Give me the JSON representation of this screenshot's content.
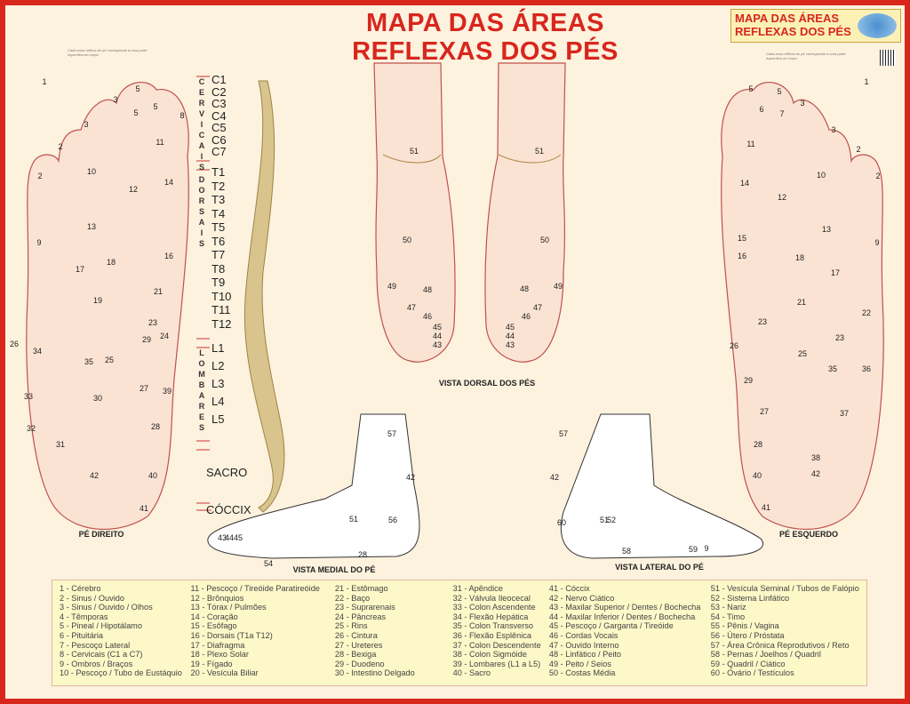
{
  "title": {
    "line1": "MAPA DAS ÁREAS",
    "line2": "REFLEXAS DOS PÉS"
  },
  "brand": {
    "line1": "MAPA DAS ÁREAS",
    "line2": "REFLEXAS DOS PÉS",
    "logo_icon": "publisher-logo"
  },
  "note": "Cada zona reflexa do pé corresponde a uma parte específica do corpo",
  "colors": {
    "border": "#d8261d",
    "background": "#fcf2de",
    "foot": "#fbe3d3",
    "legend_bg": "#fdf8c8"
  },
  "spine": {
    "cervical_word": "CERVICAIS",
    "cervical": [
      "C1",
      "C2",
      "C3",
      "C4",
      "C5",
      "C6",
      "C7"
    ],
    "dorsal_word": "DORSAIS",
    "dorsal": [
      "T1",
      "T2",
      "T3",
      "T4",
      "T5",
      "T6",
      "T7",
      "T8",
      "T9",
      "T10",
      "T11",
      "T12"
    ],
    "lumbar_word": "LOMBARES",
    "lumbar": [
      "L1",
      "L2",
      "L3",
      "L4",
      "L5"
    ],
    "sacro": "SACRO",
    "coccix": "CÓCCIX"
  },
  "captions": {
    "right_foot": "PÉ DIREITO",
    "left_foot": "PÉ ESQUERDO",
    "dorsal": "VISTA DORSAL DOS PÉS",
    "medial": "VISTA MEDIAL DO PÉ",
    "lateral": "VISTA LATERAL DO PÉ"
  },
  "zones": {
    "right_sole": [
      "1",
      "2",
      "2",
      "3",
      "3",
      "5",
      "5",
      "5",
      "8",
      "11",
      "10",
      "12",
      "14",
      "13",
      "9",
      "16",
      "17",
      "18",
      "19",
      "21",
      "23",
      "24",
      "29",
      "25",
      "26",
      "34",
      "35",
      "27",
      "39",
      "33",
      "30",
      "32",
      "31",
      "28",
      "40",
      "42",
      "41"
    ],
    "left_sole": [
      "1",
      "5",
      "5",
      "7",
      "6",
      "3",
      "3",
      "2",
      "2",
      "11",
      "10",
      "12",
      "14",
      "13",
      "9",
      "15",
      "16",
      "18",
      "17",
      "21",
      "22",
      "23",
      "23",
      "26",
      "25",
      "35",
      "36",
      "29",
      "27",
      "37",
      "28",
      "38",
      "42",
      "40",
      "41"
    ],
    "dorsal": [
      "51",
      "51",
      "50",
      "50",
      "49",
      "49",
      "48",
      "48",
      "47",
      "47",
      "46",
      "46",
      "45",
      "44",
      "43",
      "45",
      "44",
      "43"
    ],
    "medial": [
      "57",
      "42",
      "28",
      "54",
      "43",
      "44",
      "45",
      "56",
      "51"
    ],
    "lateral": [
      "57",
      "42",
      "60",
      "51",
      "52",
      "58",
      "59",
      "9"
    ]
  },
  "legend": [
    [
      "1 -  Cérebro",
      "2 -  Sinus / Ouvido",
      "3 -  Sinus / Ouvido / Olhos",
      "4 -  Têmporas",
      "5 -  Pineal / Hipotálamo",
      "6 -  Pituitária",
      "7 -  Pescoço Lateral",
      "8 -  Cervicais (C1 a C7)",
      "9 -  Ombros / Braços",
      "10 -  Pescoço / Tubo de Eustáquio"
    ],
    [
      "11 - Pescoço / Tireóide Paratireóide",
      "12 - Brônquios",
      "13 - Tórax / Pulmões",
      "14 - Coração",
      "15 - Esôfago",
      "16 - Dorsais (T1a T12)",
      "17 - Diafragma",
      "18 - Plexo Solar",
      "19 - Fígado",
      "20 - Vesícula Biliar"
    ],
    [
      "21 - Estômago",
      "22 - Baço",
      "23 - Suprarenais",
      "24 - Pâncreas",
      "25 - Rins",
      "26 - Cintura",
      "27 - Ureteres",
      "28 - Bexiga",
      "29 - Duodeno",
      "30 - Intestino Delgado"
    ],
    [
      "31 - Apêndice",
      "32 - Válvula Ileocecal",
      "33 - Colon Ascendente",
      "34 - Flexão Hepática",
      "35 - Colon Transverso",
      "36 - Flexão Esplênica",
      "37 - Colon Descendente",
      "38 - Colon Sigmóide",
      "39 - Lombares (L1 a L5)",
      "40 - Sacro"
    ],
    [
      "41 - Cóccix",
      "42 - Nervo Ciático",
      "43 - Maxilar Superior / Dentes / Bochecha",
      "44 - Maxilar Inferior / Dentes / Bochecha",
      "45 - Pescoço / Garganta / Tireóide",
      "46 - Cordas Vocais",
      "47 - Ouvido Interno",
      "48 - Linfático / Peito",
      "49 - Peito / Seios",
      "50 - Costas Média"
    ],
    [
      "51 - Vesícula Seminal / Tubos de Falópio",
      "52 - Sistema Linfático",
      "53 - Nariz",
      "54 - Timo",
      "55 - Pênis / Vagina",
      "56 - Útero / Próstata",
      "57 - Área Crônica Reprodutivos / Reto",
      "58 - Pernas / Joelhos / Quadril",
      "59 - Quadril / Ciático",
      "60 - Ovário / Testículos"
    ]
  ]
}
